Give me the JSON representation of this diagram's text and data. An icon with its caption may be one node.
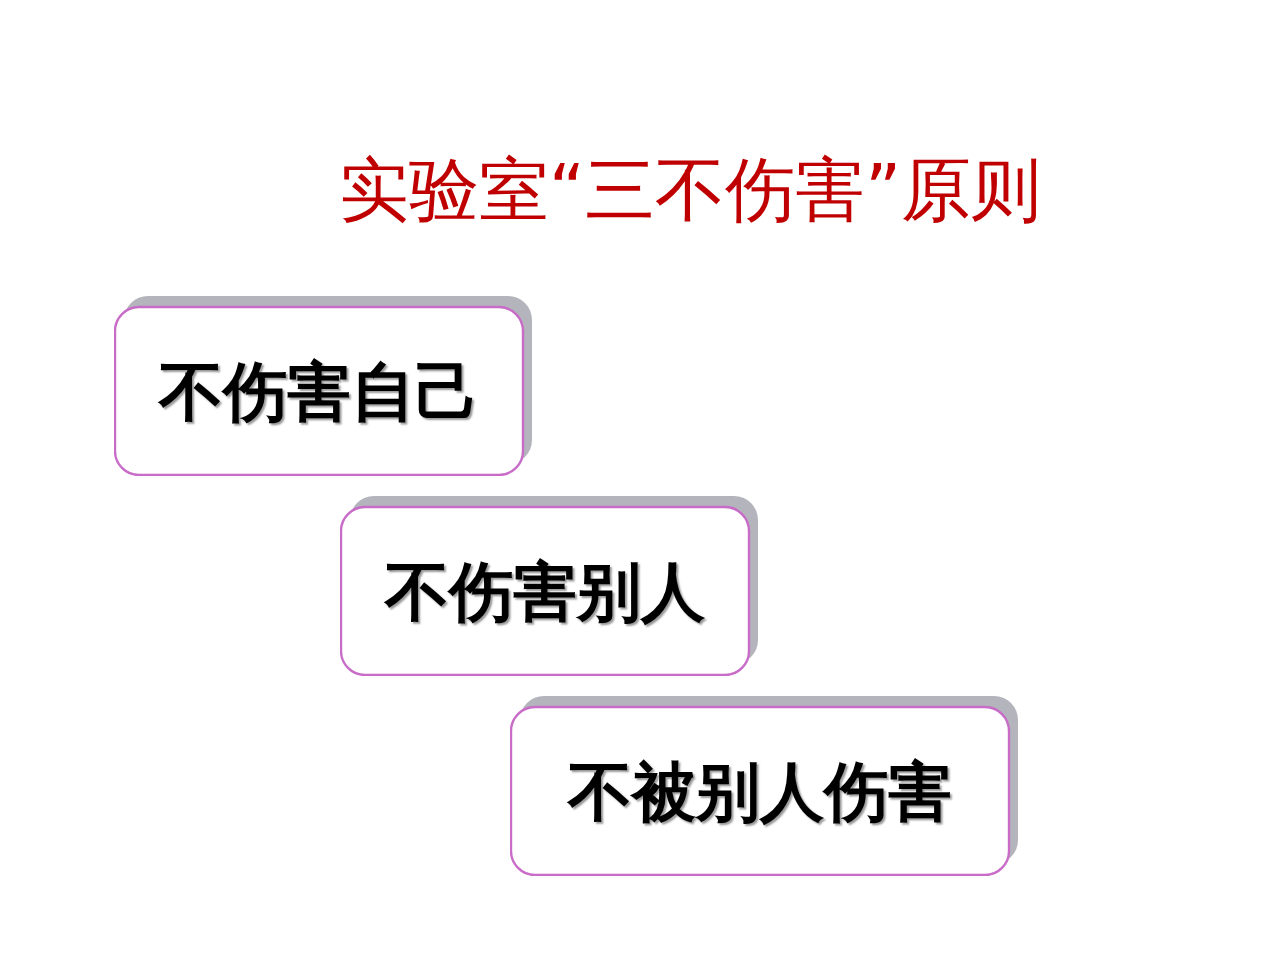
{
  "diagram": {
    "title": "实验室“三不伤害”原则",
    "nodes": [
      {
        "text": [
          "不伤害自己"
        ]
      },
      {
        "text": [
          "不伤害别人"
        ]
      },
      {
        "text": [
          "不被别人伤害"
        ]
      }
    ]
  }
}
